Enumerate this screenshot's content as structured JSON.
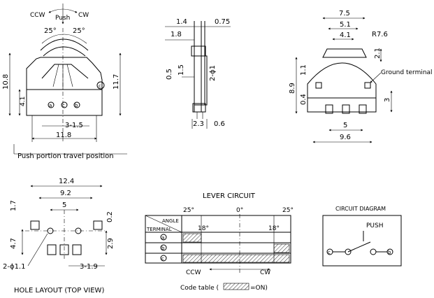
{
  "front_view": {
    "ccw": "CCW",
    "push": "Push",
    "cw": "CW",
    "angle_left": "25°",
    "angle_right": "25°",
    "dim_height_left": "10.8",
    "dim_height_right": "11.7",
    "dim_lower": "4.1",
    "dim_pitch": "3-1.5",
    "dim_width": "11.8",
    "pin_a": "a",
    "pin_b": "b",
    "pin_c": "c",
    "caption": "Push portion travel position"
  },
  "side_view": {
    "dim_1_4": "1.4",
    "dim_0_75": "0.75",
    "dim_1_8": "1.8",
    "dim_0_5": "0.5",
    "dim_1_5": "1.5",
    "dim_2_phi1": "2-ϕ1",
    "dim_2_3": "2.3",
    "dim_0_6": "0.6"
  },
  "rear_view": {
    "dim_7_5": "7.5",
    "dim_5_1": "5.1",
    "dim_4_1": "4.1",
    "radius": "R7.6",
    "dim_2_1": "2.1",
    "ground": "Ground terminal",
    "dim_1_1": "1.1",
    "dim_8_9": "8.9",
    "dim_0_4": "0.4",
    "dim_3": "3",
    "dim_5": "5",
    "dim_9_6": "9.6"
  },
  "hole_layout": {
    "dim_12_4": "12.4",
    "dim_9_2": "9.2",
    "dim_5": "5",
    "dim_1_7": "1.7",
    "dim_0_2": "0.2",
    "dim_4_7": "4.7",
    "dim_2_9": "2.9",
    "dim_2_phi1_1": "2-ϕ1.1",
    "dim_3_1_9": "3-1.9",
    "caption": "HOLE LAYOUT (TOP VIEW)"
  },
  "lever_circuit": {
    "title": "LEVER CIRCUIT",
    "angle_left": "25°",
    "angle_center": "0°",
    "angle_right": "25°",
    "angle_18_left": "18°",
    "angle_18_right": "18°",
    "header_angle": "ANGLE",
    "header_terminal": "TERMINAL",
    "row_a": "a",
    "row_b": "b",
    "row_c": "c",
    "ccw": "CCW",
    "cw": "CW",
    "code_prefix": "Code table (",
    "code_suffix": "=ON)"
  },
  "circuit_diagram": {
    "title": "CIRCUIT DIAGRAM",
    "push": "PUSH",
    "term_c": "c",
    "term_b": "b"
  }
}
